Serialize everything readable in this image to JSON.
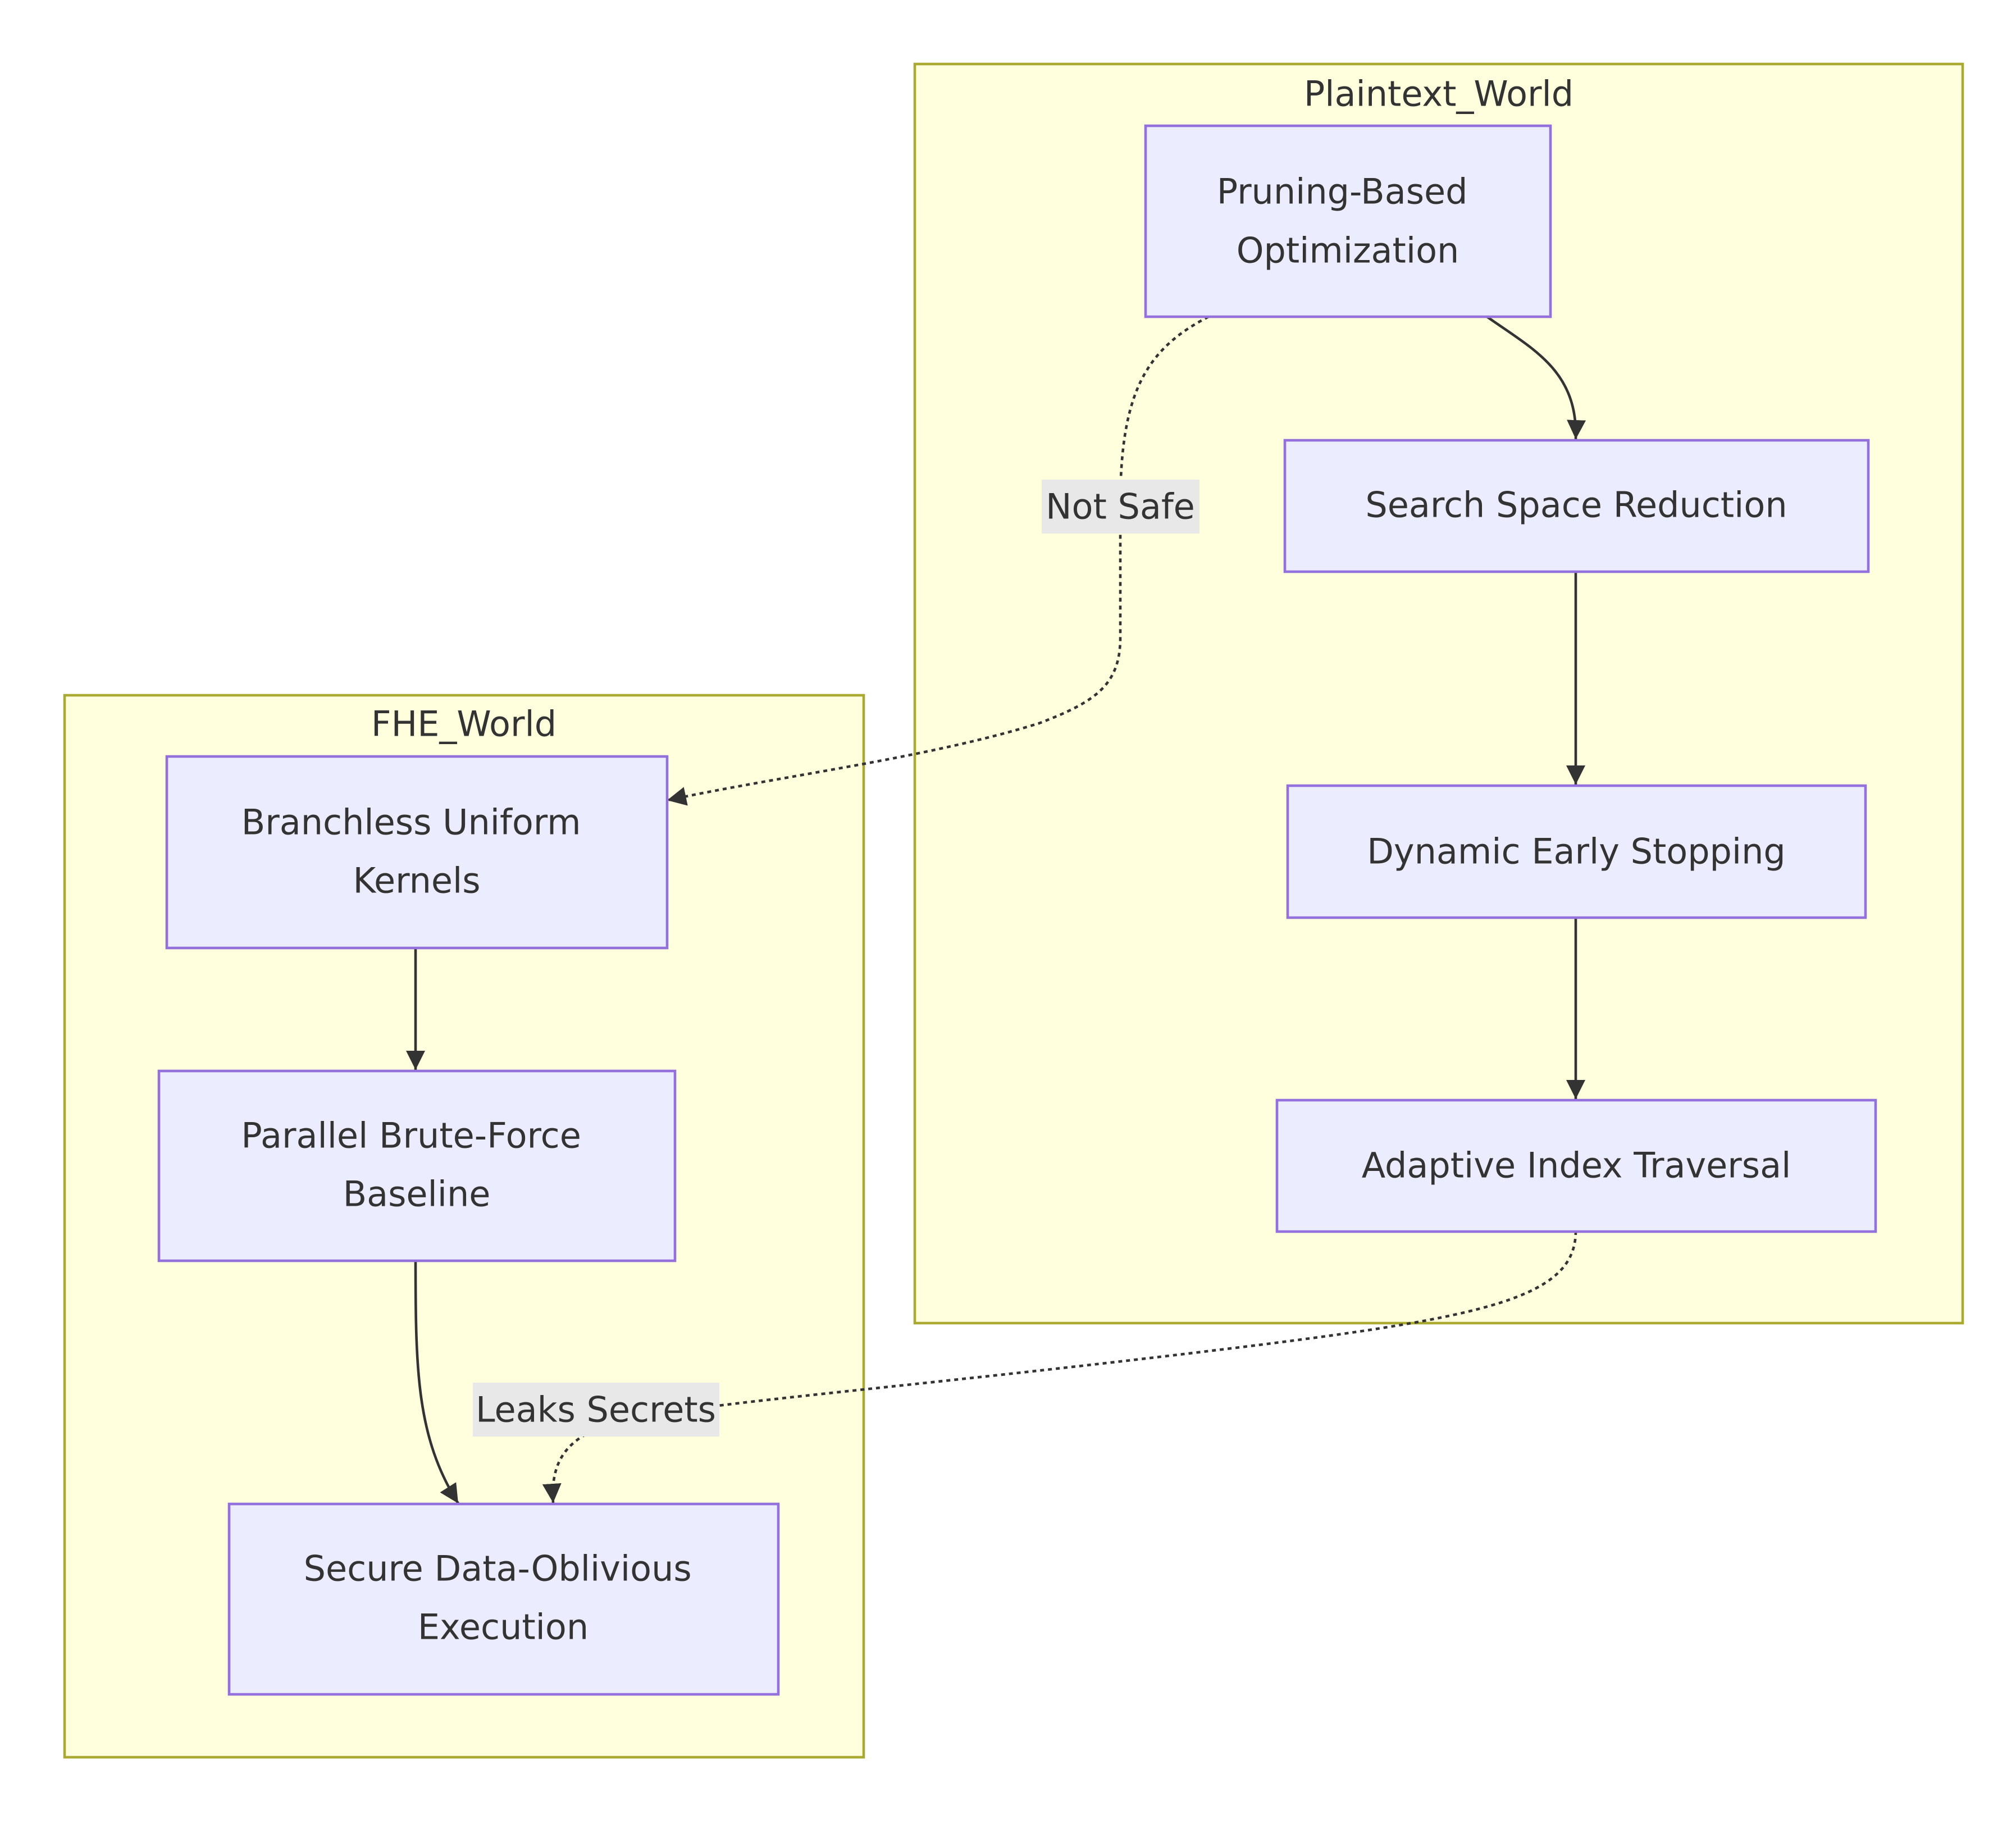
{
  "diagram": {
    "clusters": {
      "plaintext": {
        "label": "Plaintext_World"
      },
      "fhe": {
        "label": "FHE_World"
      }
    },
    "nodes": {
      "pruning": {
        "line1": "Pruning-Based",
        "line2": "Optimization"
      },
      "search_space": {
        "line1": "Search Space Reduction"
      },
      "early_stopping": {
        "line1": "Dynamic Early Stopping"
      },
      "adaptive_index": {
        "line1": "Adaptive Index Traversal"
      },
      "branchless": {
        "line1": "Branchless Uniform",
        "line2": "Kernels"
      },
      "brute_force": {
        "line1": "Parallel Brute-Force",
        "line2": "Baseline"
      },
      "secure_exec": {
        "line1": "Secure Data-Oblivious",
        "line2": "Execution"
      }
    },
    "edges": {
      "not_safe": {
        "label": "Not Safe"
      },
      "leaks_secrets": {
        "label": "Leaks Secrets"
      }
    },
    "colors": {
      "cluster_fill": "#ffffde",
      "cluster_stroke": "#aaaa33",
      "node_fill": "#ececff",
      "node_stroke": "#9370db",
      "edge": "#333333",
      "edge_label_bg": "#e8e8e8"
    }
  }
}
